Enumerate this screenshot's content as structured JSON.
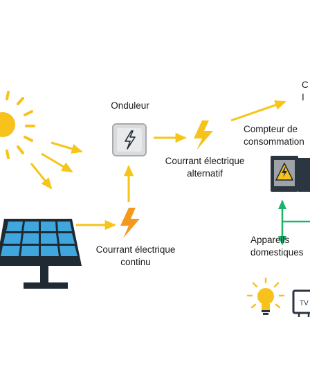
{
  "labels": {
    "onduleur": "Onduleur",
    "ac_line1": "Courrant électrique",
    "ac_line2": "alternatif",
    "dc_line1": "Courrant électrique",
    "dc_line2": "continu",
    "compteur_line1": "Compteur de",
    "compteur_line2": "consommation",
    "appareils_line1": "Appareils",
    "appareils_line2": "domestiques",
    "top_right_line1": "C",
    "top_right_line2": "I",
    "tv": "TV"
  },
  "colors": {
    "sun": "#F7C21B",
    "arrow_yellow": "#F5C518",
    "bolt_orange": "#F39A1E",
    "bolt_yellow": "#F8C21C",
    "panel_cell": "#3FA6DE",
    "panel_frame": "#1F2A33",
    "arrow_green": "#1DB36B",
    "inverter_box": "#D9DBDC"
  },
  "icons": {
    "sun": "sun-icon",
    "solar_panel": "solar-panel-icon",
    "inverter": "inverter-icon",
    "meter": "meter-icon",
    "lightbulb": "lightbulb-icon",
    "tv": "tv-icon"
  }
}
